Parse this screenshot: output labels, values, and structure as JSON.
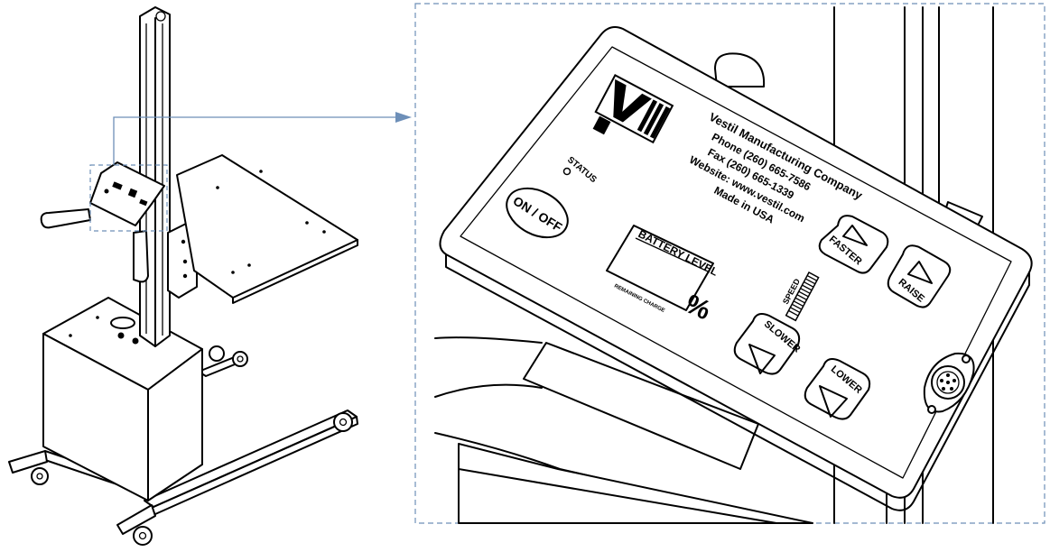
{
  "accent": "#6d8fb8",
  "panel": {
    "company": "Vestil Manufacturing Company",
    "phone": "Phone (260) 665-7586",
    "fax": "Fax (260) 665-1339",
    "website": "Website: www.vestil.com",
    "made_in": "Made in USA",
    "status": "STATUS",
    "on_off": "ON / OFF",
    "battery_level": "BATTERY LEVEL",
    "battery_sub": "REMAINING CHARGE",
    "percent": "%",
    "speed": "SPEED",
    "buttons": {
      "faster": "FASTER",
      "slower": "SLOWER",
      "raise": "RAISE",
      "lower": "LOWER"
    }
  },
  "icons": [
    "vestil-logo",
    "status-led-icon",
    "triangle-up-icon",
    "triangle-down-icon",
    "connector-socket-icon",
    "callout-arrow-icon"
  ]
}
